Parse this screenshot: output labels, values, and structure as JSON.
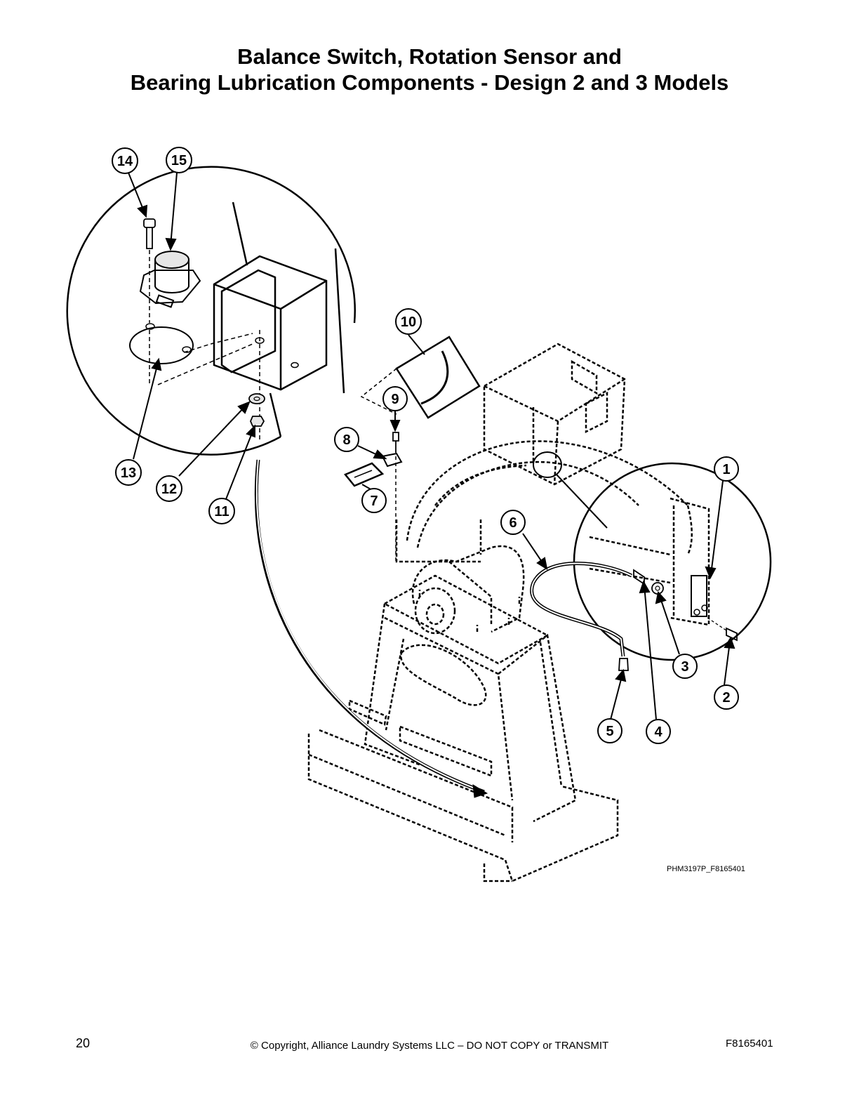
{
  "title": {
    "line1": "Balance Switch, Rotation Sensor and",
    "line2": "Bearing Lubrication Components - Design 2 and 3 Models"
  },
  "callouts": [
    "1",
    "2",
    "3",
    "4",
    "5",
    "6",
    "7",
    "8",
    "9",
    "10",
    "11",
    "12",
    "13",
    "14",
    "15"
  ],
  "figure_code": "PHM3197P_F8165401",
  "footer": {
    "page_number": "20",
    "copyright": "© Copyright, Alliance Laundry Systems LLC – DO NOT COPY or TRANSMIT",
    "doc_number": "F8165401"
  }
}
